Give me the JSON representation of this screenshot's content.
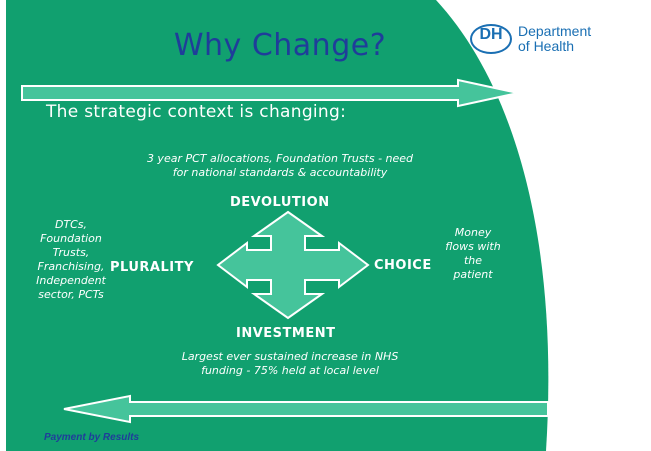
{
  "slide": {
    "title": "Why Change?",
    "subtitle": "The strategic context is changing:",
    "footer": "Payment by Results",
    "logo": {
      "badge_text": "DH",
      "line1": "Department",
      "line2": "of Health"
    },
    "top_note": {
      "line1": "3 year PCT allocations, Foundation Trusts - need",
      "line2": "for national standards & accountability"
    },
    "labels": {
      "north": "DEVOLUTION",
      "south": "INVESTMENT",
      "west": "PLURALITY",
      "east": "CHOICE"
    },
    "left_note": [
      "DTCs,",
      "Foundation",
      "Trusts,",
      "Franchising,",
      "Independent",
      "sector, PCTs"
    ],
    "right_note": [
      "Money",
      "flows with",
      "the",
      "patient"
    ],
    "bottom_note": {
      "line1": "Largest ever sustained increase in NHS",
      "line2": "funding - 75% held at local level"
    },
    "colors": {
      "green": "#11a06f",
      "arrow_fill": "#45c49b",
      "title_blue": "#1f3d9a",
      "logo_blue": "#1a6fb3"
    }
  }
}
